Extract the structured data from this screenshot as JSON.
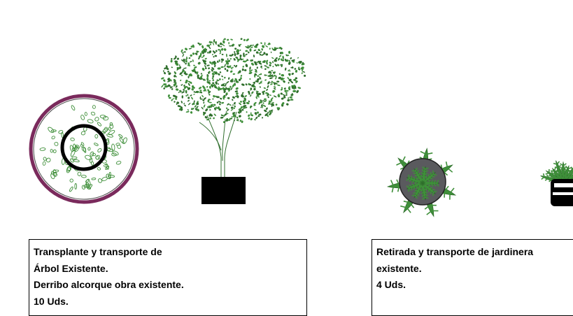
{
  "items": [
    {
      "lines": [
        "Transplante y transporte de",
        "Árbol Existente.",
        "Derribo alcorque obra existente.",
        "10 Uds."
      ]
    },
    {
      "lines": [
        "Retirada y transporte de jardinera",
        "existente.",
        "4 Uds."
      ]
    }
  ],
  "colors": {
    "foliage": "#3f8f3a",
    "foliage_dark": "#2f6e2c",
    "planter_rim": "#7a2a5c",
    "planter_fill": "#5a5a5e",
    "outline": "#000000"
  }
}
